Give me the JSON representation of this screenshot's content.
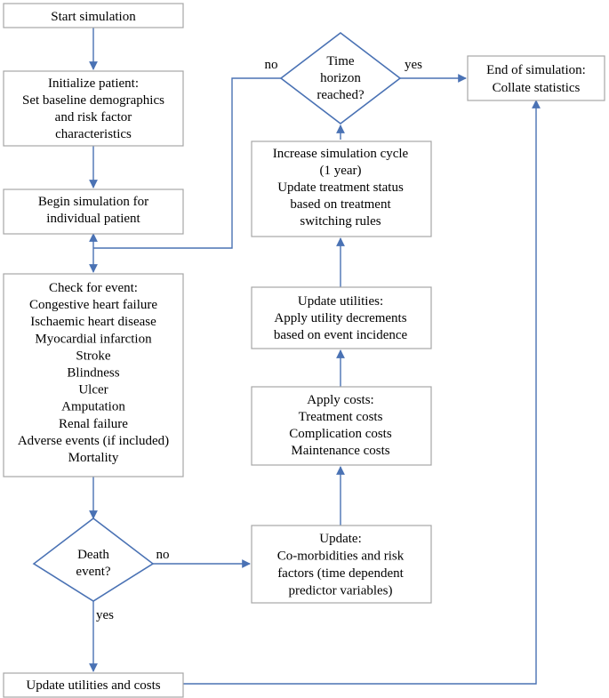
{
  "diagram": {
    "accent_color": "#4a72b4",
    "box_border_color": "#a6a6a6",
    "nodes": {
      "start": {
        "lines": [
          "Start simulation"
        ]
      },
      "init": {
        "lines": [
          "Initialize patient:",
          "Set baseline demographics",
          "and risk factor",
          "characteristics"
        ]
      },
      "begin": {
        "lines": [
          "Begin simulation for",
          "individual patient"
        ]
      },
      "check": {
        "lines": [
          "Check for event:",
          "Congestive heart failure",
          "Ischaemic heart disease",
          "Myocardial infarction",
          "Stroke",
          "Blindness",
          "Ulcer",
          "Amputation",
          "Renal failure",
          "Adverse events (if included)",
          "Mortality"
        ]
      },
      "death": {
        "lines": [
          "Death",
          "event?"
        ]
      },
      "update_final": {
        "lines": [
          "Update utilities and costs"
        ]
      },
      "update_comorb": {
        "lines": [
          "Update:",
          "Co-morbidities and risk",
          "factors (time dependent",
          "predictor variables)"
        ]
      },
      "costs": {
        "lines": [
          "Apply costs:",
          "Treatment costs",
          "Complication costs",
          "Maintenance costs"
        ]
      },
      "utilities": {
        "lines": [
          "Update utilities:",
          "Apply utility decrements",
          "based on event incidence"
        ]
      },
      "cycle": {
        "lines": [
          "Increase simulation cycle",
          "(1 year)",
          "Update treatment status",
          "based on treatment",
          "switching rules"
        ]
      },
      "horizon": {
        "lines": [
          "Time",
          "horizon",
          "reached?"
        ]
      },
      "end": {
        "lines": [
          "End of simulation:",
          "Collate statistics"
        ]
      }
    },
    "edge_labels": {
      "death_no": "no",
      "death_yes": "yes",
      "horizon_no": "no",
      "horizon_yes": "yes"
    }
  }
}
